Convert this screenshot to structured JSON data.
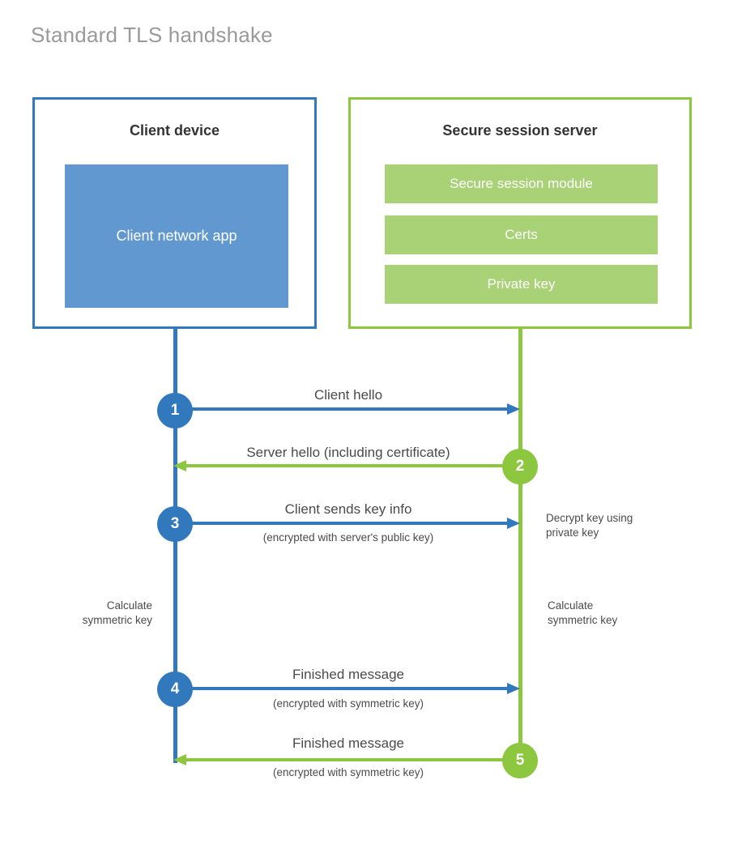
{
  "page": {
    "title": "Standard TLS handshake"
  },
  "colors": {
    "client_accent": "#3178bd",
    "client_fill": "#6098cf",
    "server_accent": "#8dc63f",
    "server_fill": "#a9d175",
    "title_text": "#9a9a9a",
    "body_text": "#4a4a4a",
    "heading_text": "#333333"
  },
  "client": {
    "title": "Client device",
    "app_label": "Client network app"
  },
  "server": {
    "title": "Secure session server",
    "components": [
      {
        "label": "Secure session module"
      },
      {
        "label": "Certs"
      },
      {
        "label": "Private key"
      }
    ]
  },
  "steps": [
    {
      "number": "1",
      "side": "client",
      "direction": "right",
      "main": "Client hello",
      "sub": ""
    },
    {
      "number": "2",
      "side": "server",
      "direction": "left",
      "main": "Server hello (including certificate)",
      "sub": ""
    },
    {
      "number": "3",
      "side": "client",
      "direction": "right",
      "main": "Client sends key info",
      "sub": "(encrypted with server's public key)"
    },
    {
      "number": "4",
      "side": "client",
      "direction": "right",
      "main": "Finished message",
      "sub": "(encrypted with symmetric key)"
    },
    {
      "number": "5",
      "side": "server",
      "direction": "left",
      "main": "Finished message",
      "sub": "(encrypted with symmetric key)"
    }
  ],
  "notes": {
    "decrypt": "Decrypt key using\nprivate key",
    "calculate_client": "Calculate\nsymmetric key",
    "calculate_server": "Calculate\nsymmetric key"
  }
}
